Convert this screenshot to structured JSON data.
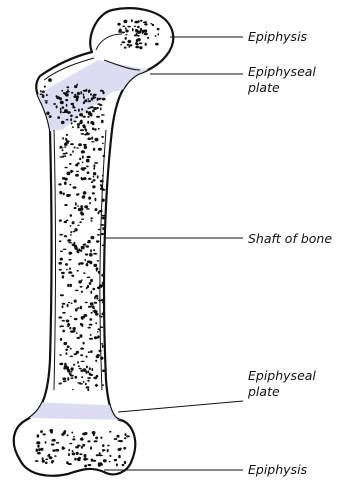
{
  "labels": {
    "epiphysis_top": "Epiphysis",
    "plate_top_line1": "Epiphyseal",
    "plate_top_line2": "plate",
    "shaft": "Shaft of bone",
    "plate_bottom_line1": "Epiphyseal",
    "plate_bottom_line2": "plate",
    "epiphysis_bottom": "Epiphysis"
  },
  "colors": {
    "plate": "#dcdcf2",
    "outline": "#111111",
    "spongy_bone": "#111111",
    "background": "#ffffff"
  }
}
